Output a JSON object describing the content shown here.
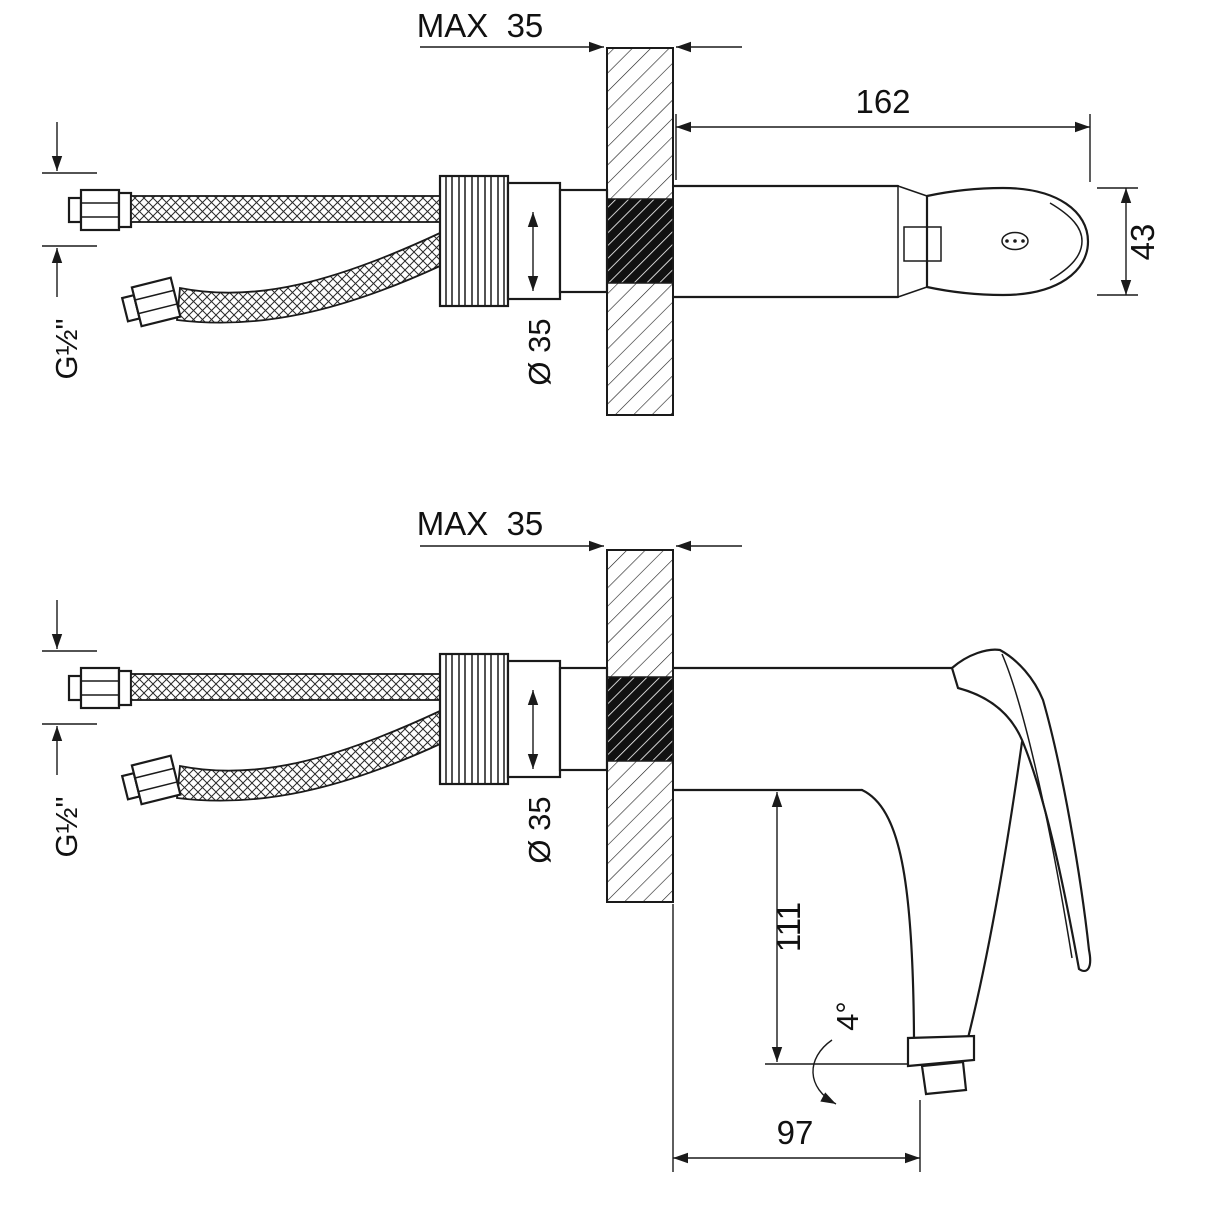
{
  "page": {
    "background": "#ffffff",
    "line_color": "#1a1a1a",
    "description_labels_only": true
  },
  "top_view": {
    "wall_thickness_label": "MAX  35",
    "body_length_label": "162",
    "body_height_label": "43",
    "shank_diameter_label": "Ø 35",
    "hose_thread_label": "G½\""
  },
  "side_view": {
    "wall_thickness_label": "MAX  35",
    "shank_diameter_label": "Ø 35",
    "hose_thread_label": "G½\"",
    "spout_height_label": "111",
    "spout_angle_label": "4°",
    "spout_reach_label": "97"
  }
}
